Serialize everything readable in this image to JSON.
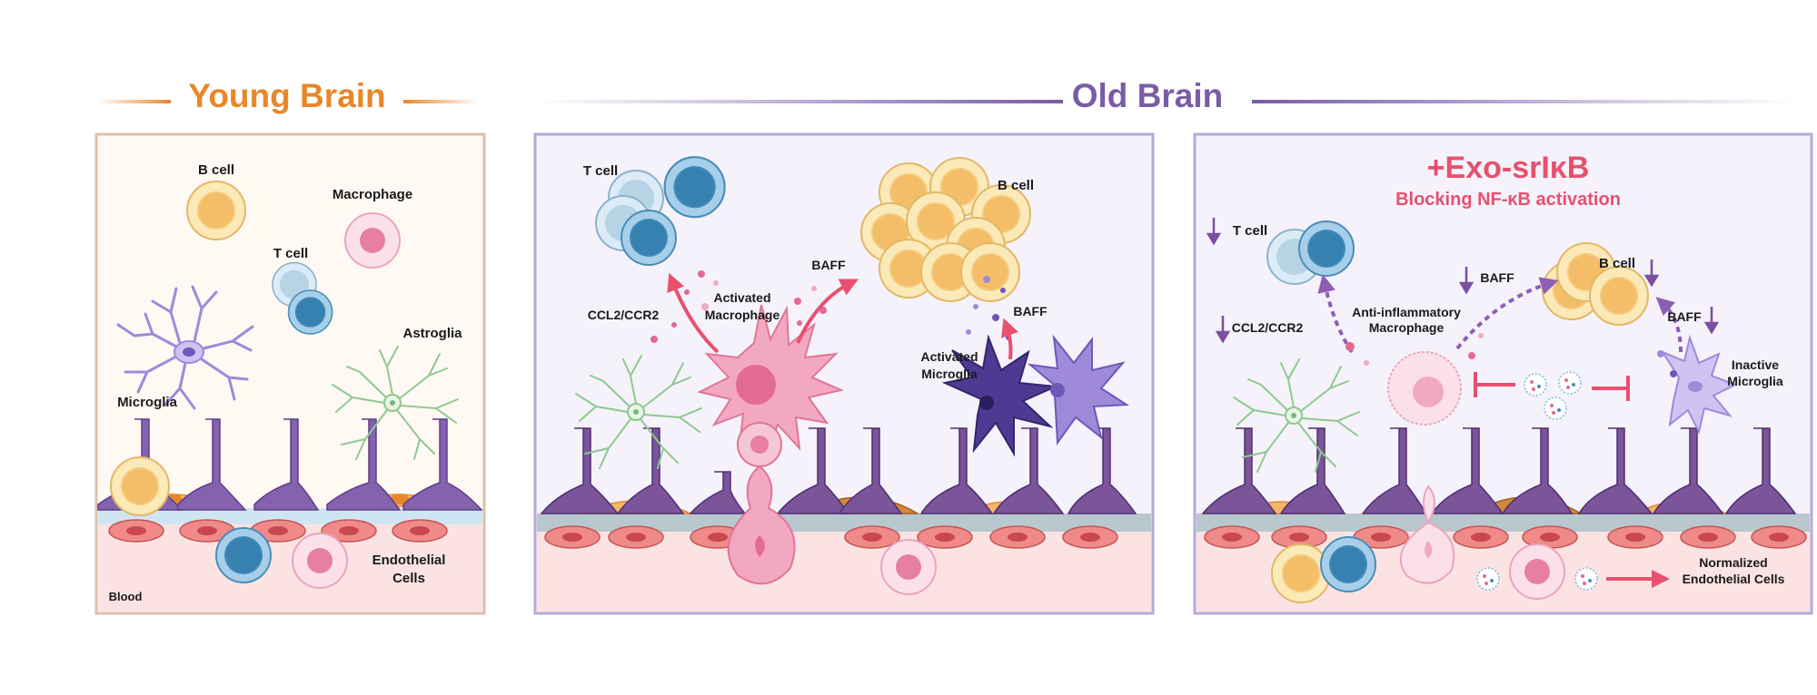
{
  "headers": {
    "young": "Young Brain",
    "old": "Old Brain"
  },
  "young_panel": {
    "b_cell": "B cell",
    "macrophage": "Macrophage",
    "t_cell": "T cell",
    "astroglia": "Astroglia",
    "microglia": "Microglia",
    "endothelial_line1": "Endothelial",
    "endothelial_line2": "Cells",
    "blood": "Blood"
  },
  "old_panel": {
    "t_cell": "T cell",
    "b_cell": "B cell",
    "baff_1": "BAFF",
    "baff_2": "BAFF",
    "ccl2": "CCL2/CCR2",
    "macrophage_line1": "Activated",
    "macrophage_line2": "Macrophage",
    "microglia_line1": "Activated",
    "microglia_line2": "Microglia"
  },
  "treatment_panel": {
    "title": "+Exo-srIκB",
    "subtitle": "Blocking NF-κB activation",
    "t_cell": "T cell",
    "ccl2": "CCL2/CCR2",
    "baff_1": "BAFF",
    "b_cell": "B cell",
    "baff_2": "BAFF",
    "macrophage_line1": "Anti-inflammatory",
    "macrophage_line2": "Macrophage",
    "microglia_line1": "Inactive",
    "microglia_line2": "Microglia",
    "endothelial_line1": "Normalized",
    "endothelial_line2": "Endothelial Cells"
  },
  "colors": {
    "young_accent": "#E8872A",
    "old_accent": "#7B5BA6",
    "treatment_accent": "#E8506E",
    "down_arrow": "#7B4FA0"
  }
}
